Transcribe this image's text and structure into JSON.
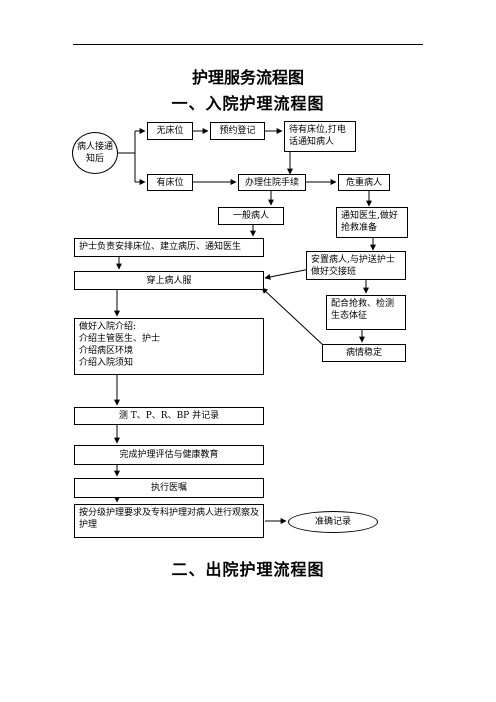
{
  "main_title": "护理服务流程图",
  "section1_title": "一、入院护理流程图",
  "section2_title": "二、出院护理流程图",
  "nodes": {
    "notify": "病人接通知后",
    "no_bed": "无床位",
    "reserve": "预约登记",
    "wait_bed": "待有床位,打电话通知病人",
    "has_bed": "有床位",
    "admission": "办理住院手续",
    "critical": "危重病人",
    "general": "一般病人",
    "notify_doctor": "通知医生,做好抢救准备",
    "nurse_arrange": "护士负责安排床位、建立病历、通知医生",
    "settle": "安置病人,与护送护士做好交接班",
    "wear_clothes": "穿上病人服",
    "rescue": "配合抢救、检测生态体征",
    "intro_title": "做好入院介绍:",
    "intro_items": [
      "介绍主管医生、护士",
      "介绍病区环境",
      "介绍入院须知"
    ],
    "stable": "病情稳定",
    "measure": "测 T、P、R、BP 并记录",
    "assess": "完成护理评估与健康教育",
    "execute": "执行医嘱",
    "grade_care": "按分级护理要求及专科护理对病人进行观察及护理",
    "record": "准确记录"
  }
}
